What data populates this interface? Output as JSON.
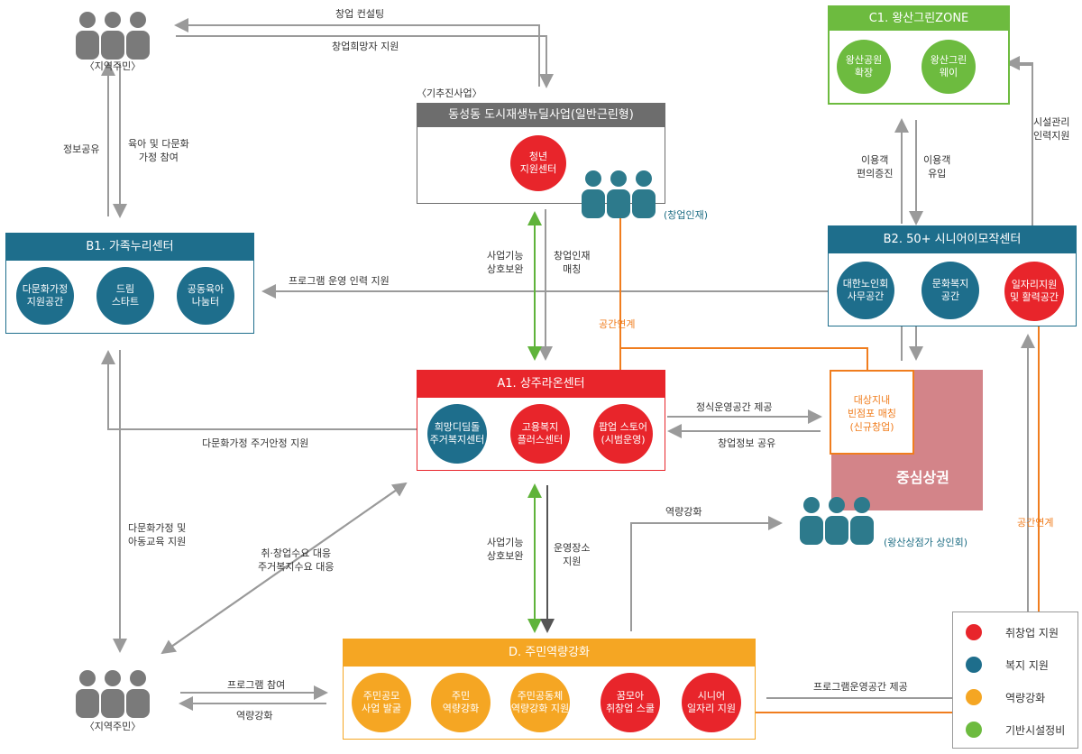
{
  "colors": {
    "red": "#e8252b",
    "teal": "#1e6e8c",
    "yellow": "#f5a623",
    "green": "#6dbb3f",
    "gray_header": "#6d6d6d",
    "pink_area": "#d38489",
    "orange_line": "#f07d1e"
  },
  "residents_top": {
    "label": "〈지역주민〉",
    "icon": "people-icon"
  },
  "residents_bottom": {
    "label": "〈지역주민〉",
    "icon": "people-icon"
  },
  "c1": {
    "title": "C1. 왕산그린ZONE",
    "items": [
      "왕산공원\n확장",
      "왕산그린\n웨이"
    ]
  },
  "project": {
    "tag": "〈기추진사업〉",
    "title": "동성동 도시재생뉴딜사업(일반근린형)",
    "center": "청년\n지원센터",
    "people_label": "(창업인재)"
  },
  "b1": {
    "title": "B1. 가족누리센터",
    "items": [
      "다문화가정\n지원공간",
      "드림\n스타트",
      "공동육아\n나눔터"
    ]
  },
  "b2": {
    "title": "B2. 50+ 시니어이모작센터",
    "items": [
      "대한노인회\n사무공간",
      "문화복지\n공간",
      "일자리지원\n및 활력공간"
    ]
  },
  "a1": {
    "title": "A1. 상주라온센터",
    "items": [
      "희망디딤돌\n주거복지센터",
      "고용복지\n플러스센터",
      "팝업 스토어\n(시범운영)"
    ]
  },
  "d": {
    "title": "D. 주민역량강화",
    "items": [
      "주민공모\n사업 발굴",
      "주민\n역량강화",
      "주민공동체\n역량강화 지원",
      "꿈모아\n취창업 스쿨",
      "시니어\n일자리 지원"
    ]
  },
  "market": {
    "title": "중심상권",
    "matching": "대상지내\n빈점포 매칭\n(신규창업)",
    "people_label": "(왕산상점가 상인회)"
  },
  "labels": {
    "consulting": "창업 컨설팅",
    "hopeful_support": "창업희망자 지원",
    "info_share": "정보공유",
    "childcare": "육아 및 다문화\n가정 참여",
    "program_staff": "프로그램 운영 인력 지원",
    "func_complement_1": "사업기능\n상호보완",
    "talent_matching": "창업인재\n매칭",
    "space_link_1": "공간연계",
    "space_link_2": "공간연계",
    "user_convenience": "이용객\n편의증진",
    "user_attract": "이용객\n유입",
    "facility_staff": "시설관리\n인력지원",
    "regular_space": "정식운영공간 제공",
    "startup_info": "창업정보 공유",
    "housing_support": "다문화가정 주거안정 지원",
    "multicultural_edu": "다문화가정 및\n아동교육 지원",
    "demand_response": "취·창업수요 대응\n주거복지수요 대응",
    "func_complement_2": "사업기능\n상호보완",
    "venue_support": "운영장소\n지원",
    "capacity_building": "역량강화",
    "program_participation": "프로그램 참여",
    "capacity_building_2": "역량강화",
    "program_space": "프로그램운영공간 제공"
  },
  "legend": [
    {
      "label": "취창업 지원",
      "color": "#e8252b"
    },
    {
      "label": "복지 지원",
      "color": "#1e6e8c"
    },
    {
      "label": "역량강화",
      "color": "#f5a623"
    },
    {
      "label": "기반시설정비",
      "color": "#6dbb3f"
    }
  ]
}
